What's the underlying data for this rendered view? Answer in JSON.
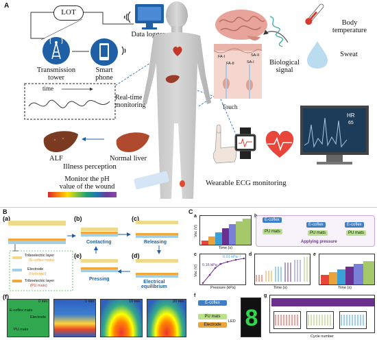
{
  "panel_a": {
    "tag": "A",
    "lot": "LOT",
    "data_logger": "Data logger",
    "transmission_tower": "Transmission\ntower",
    "smart_phone": "Smart\nphone",
    "time": "time",
    "real_time_monitoring": "Real-time\nmonitoring",
    "alf": "ALF",
    "normal_liver": "Normal liver",
    "illness_perception": "Illness perception",
    "monitor_ph": "Monitor the pH\nvalue of the wound",
    "body_temperature": "Body\ntemperature",
    "biological_signal": "Biological\nsignal",
    "sweat": "Sweat",
    "touch": "Touch",
    "wearable_ecg": "Wearable ECG monitoring",
    "fa1": "FA-I",
    "fa2": "FA-II",
    "sa1": "SA-I",
    "sa2": "SA-II",
    "hr": "HR",
    "hr_value": "65"
  },
  "panel_b": {
    "tag": "B",
    "a": "(a)",
    "b": "(b)",
    "c": "(c)",
    "d": "(d)",
    "e": "(e)",
    "f": "(f)",
    "contacting": "Contacting",
    "releasing": "Releasing",
    "pressing": "Pressing",
    "electrical_equilibrium": "Electrical\nequilibrium",
    "legend_1": "Triboelectric layer",
    "legend_1b": "(E-coflex mats)",
    "legend_2": "Electrode",
    "legend_2b": "(Hydrogel)",
    "legend_3": "Triboelectric layer",
    "legend_3b": "(PU mats)",
    "f_ecoflex": "E-coflex mats",
    "f_electrode": "Electrode",
    "f_pu": "PU mats",
    "f_t0": "0 min",
    "f_t1": "1 min",
    "f_t2": "10 min",
    "f_t3": "20 min"
  },
  "panel_c": {
    "tag": "C",
    "a": "a",
    "b": "b",
    "c": "c",
    "d": "d",
    "e": "e",
    "f": "f",
    "g": "g",
    "ecoflex": "E-coflex",
    "pu_mats": "PU mats",
    "applying_pressure": "Applying pressure",
    "time_s": "Time (s)",
    "voc_v": "Voc (V)",
    "pressure_kpa": "Pressure (kPa)",
    "slope1": "0.16 kPa⁻¹",
    "slope2": "0.01 kPa⁻¹",
    "cycle_number": "Cycle number",
    "led": "LED",
    "electrode": "Electrode"
  },
  "colors": {
    "blue": "#1f5fa6",
    "orange": "#e8a33a",
    "green": "#a5c96a",
    "purple": "#6a2f8f"
  }
}
